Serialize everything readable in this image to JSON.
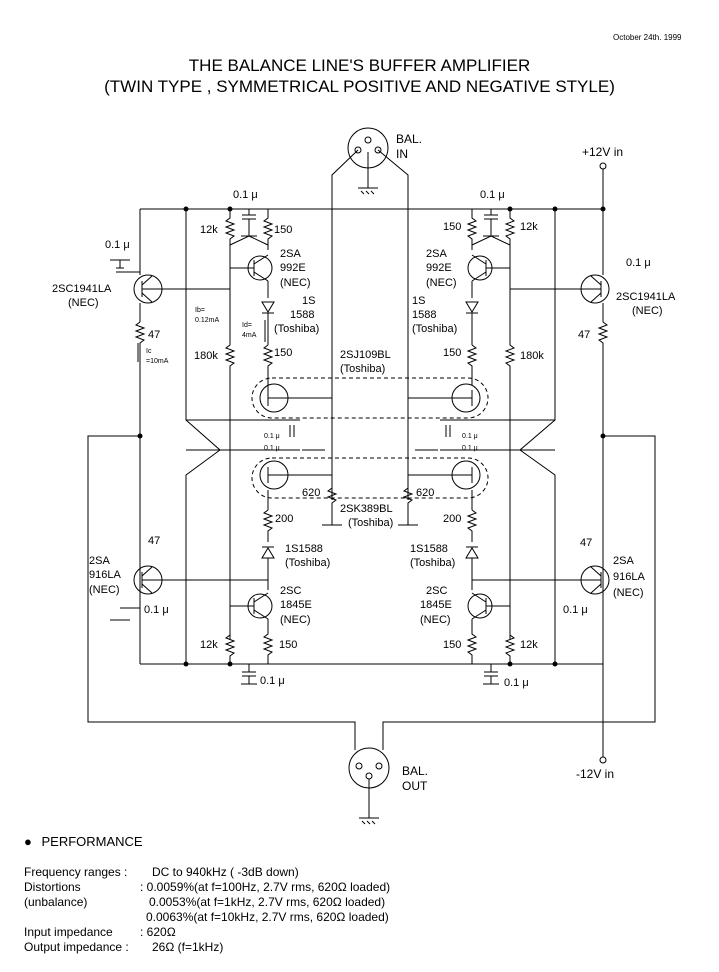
{
  "date": "October 24th. 1999",
  "title": {
    "line1": "THE  BALANCE LINE'S BUFFER AMPLIFIER",
    "line2": "(TWIN TYPE , SYMMETRICAL POSITIVE AND NEGATIVE STYLE)"
  },
  "connectors": {
    "bal_in": [
      "BAL.",
      "IN"
    ],
    "bal_out": [
      "BAL.",
      "OUT"
    ],
    "pos_supply": "+12V in",
    "neg_supply": "-12V in"
  },
  "labels": {
    "c01": "0.1 μ",
    "r12k": "12k",
    "r150": "150",
    "r47": "47",
    "r180k": "180k",
    "r620": "620",
    "r200": "200",
    "q_2sa992": [
      "2SA",
      "992E",
      "(NEC)"
    ],
    "q_2sc1941": [
      "2SC1941LA",
      "(NEC)"
    ],
    "d_1s1588_top": [
      "1S",
      "1588",
      "(Toshiba)"
    ],
    "d_1s1588_bot": [
      "1S1588",
      "(Toshiba)"
    ],
    "q_2sj109": [
      "2SJ109BL",
      "(Toshiba)"
    ],
    "q_2sk389": [
      "2SK389BL",
      "(Toshiba)"
    ],
    "q_2sa916": [
      "2SA",
      "916LA",
      "(NEC)"
    ],
    "q_2sc1845": [
      "2SC",
      "1845E",
      "(NEC)"
    ],
    "ib": [
      "Ib=",
      "0.12mA"
    ],
    "id": [
      "Id=",
      "4mA"
    ],
    "ic": [
      "Ic",
      "=10mA"
    ]
  },
  "performance": {
    "heading": "PERFORMANCE",
    "rows": [
      {
        "label": "Frequency ranges :",
        "value": "DC to 940kHz ( -3dB down)"
      },
      {
        "label": "Distortions",
        "value": ": 0.0059%(at f=100Hz, 2.7V rms, 620Ω   loaded)"
      },
      {
        "label": "(unbalance)",
        "value": "0.0053%(at f=1kHz,   2.7V rms, 620Ω   loaded)"
      },
      {
        "label": "",
        "value": "0.0063%(at f=10kHz, 2.7V rms, 620Ω   loaded)"
      },
      {
        "label": "Input impedance",
        "value": ": 620Ω"
      },
      {
        "label": "Output impedance :",
        "value": "26Ω (f=1kHz)"
      }
    ]
  }
}
